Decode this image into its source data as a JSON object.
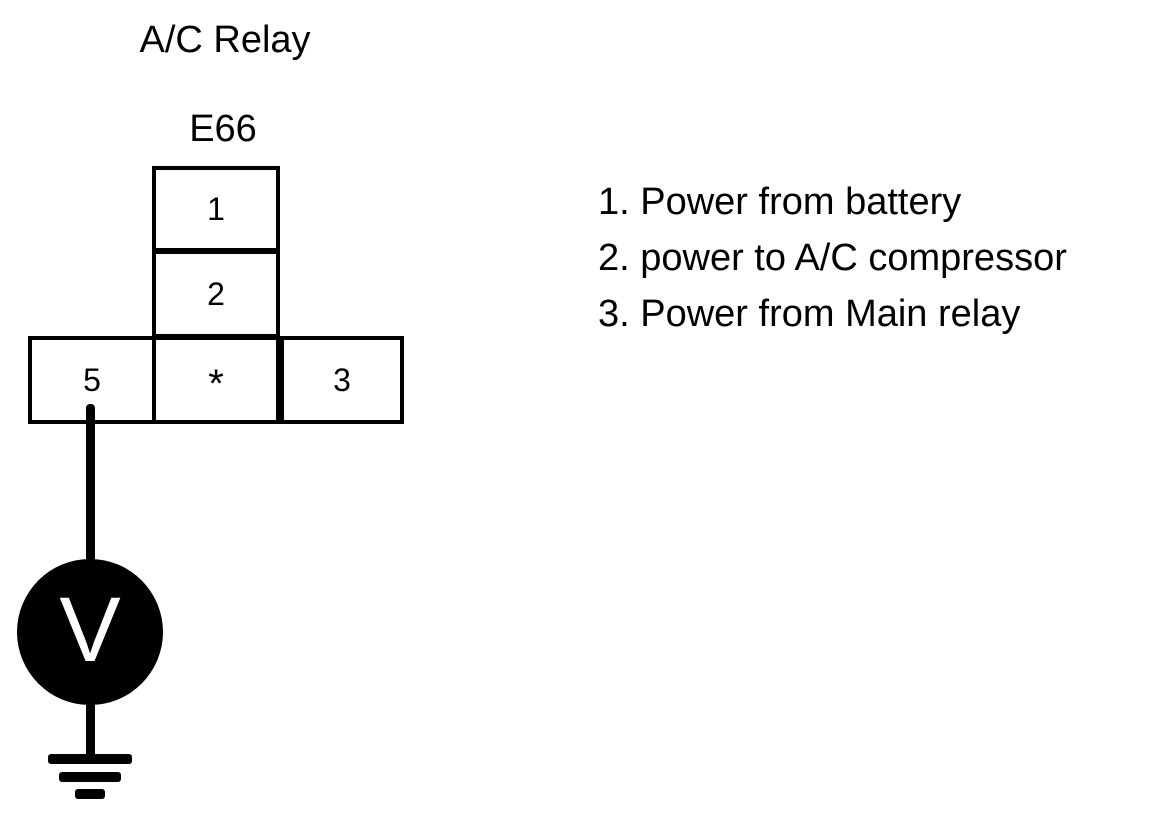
{
  "diagram": {
    "title": "A/C Relay",
    "connector_id": "E66",
    "connector": {
      "top_column": [
        {
          "pin": "1"
        },
        {
          "pin": "2"
        }
      ],
      "bottom_row": [
        {
          "pin": "5"
        },
        {
          "pin": "*"
        },
        {
          "pin": "3"
        }
      ]
    },
    "instrument": {
      "symbol": "voltmeter-symbol",
      "letter": "V",
      "connected_to_pin": "5"
    },
    "ground": {
      "symbol": "ground-symbol"
    },
    "legend": [
      "1. Power from battery",
      "2. power to A/C compressor",
      "3. Power from Main relay"
    ],
    "colors": {
      "ink": "#000000",
      "background": "#ffffff"
    }
  }
}
